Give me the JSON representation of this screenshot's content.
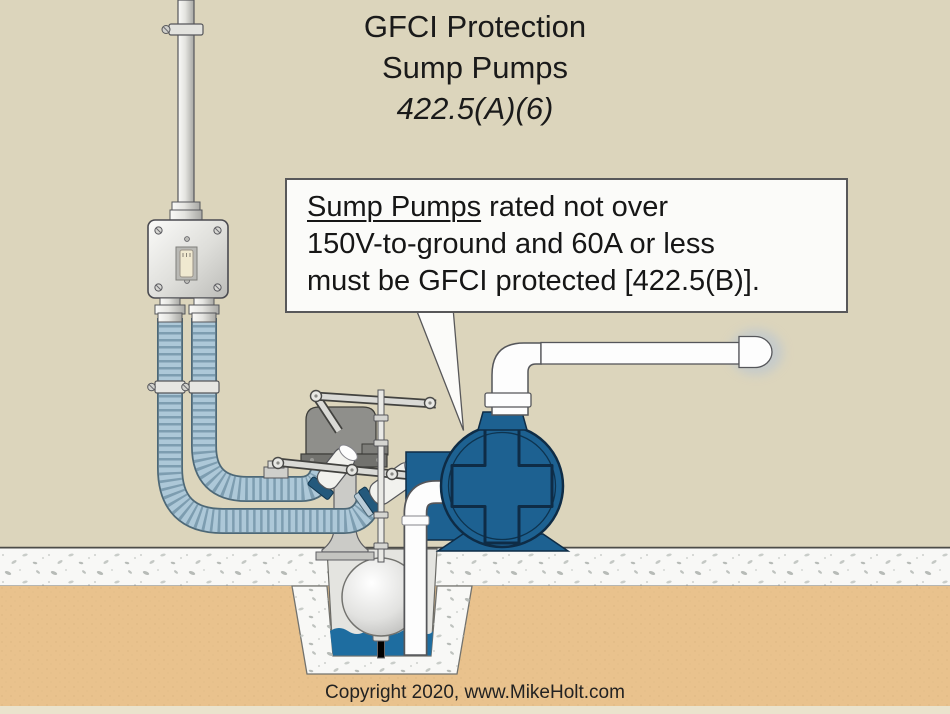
{
  "title": {
    "line1": "GFCI Protection",
    "line2": "Sump Pumps",
    "line3": "422.5(A)(6)"
  },
  "callout": {
    "lead_underlined": "Sump Pumps",
    "line1_rest": " rated not over",
    "line2": "150V-to-ground and 60A or less",
    "line3": "must be GFCI protected [422.5(B)]."
  },
  "footer": {
    "copyright": "Copyright 2020, www.MikeHolt.com"
  },
  "colors": {
    "wall": "#dcd5bc",
    "slab": "#f8f8f6",
    "sand": "#e9c28d",
    "bottom_strip": "#eae3cd",
    "water_blue": "#1e6da0",
    "pump_blue": "#1d6191",
    "pump_outline": "#0e2c46",
    "flex_conduit": "#adc8d8",
    "motor_gray": "#8f8f8b",
    "pedestal_gray": "#cbcbc7",
    "pvc_white": "#fdfdfd"
  }
}
